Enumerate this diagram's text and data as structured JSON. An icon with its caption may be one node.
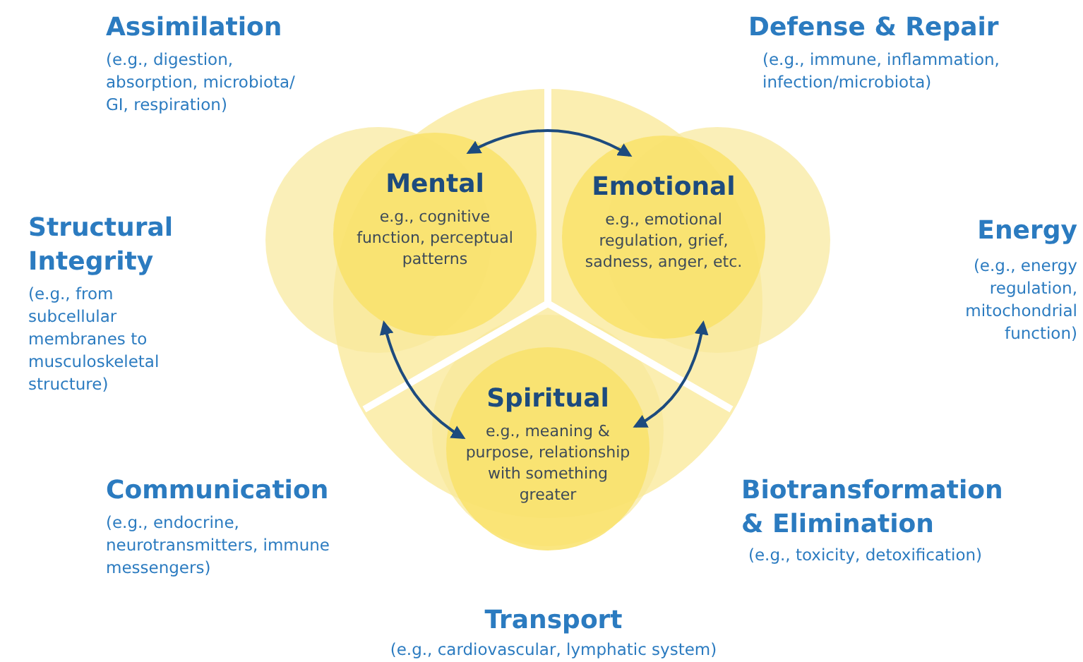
{
  "diagram": {
    "nodes": [
      {
        "text": [
          "Mental",
          "e.g., cognitive function, perceptual patterns"
        ]
      },
      {
        "text": [
          "Emotional",
          "e.g., emotional regulation, grief, sadness, anger, etc."
        ]
      },
      {
        "text": [
          "Spiritual",
          "e.g., meaning & purpose, relationship with something greater"
        ]
      }
    ],
    "edges": [
      {
        "from": 0,
        "to": 1,
        "arrow": "both"
      },
      {
        "from": 0,
        "to": 2,
        "arrow": "both"
      },
      {
        "from": 1,
        "to": 2,
        "arrow": "both"
      }
    ],
    "labels": [
      "Assimilation",
      "(e.g., digestion, absorption, microbiota/ GI, respiration)",
      "Defense & Repair",
      "(e.g., immune, inflammation, infection/microbiota)",
      "Structural Integrity",
      "(e.g., from subcellular membranes to musculoskeletal structure)",
      "Energy",
      "(e.g., energy regulation, mitochondrial function)",
      "Communication",
      "(e.g., endocrine, neurotransmitters, immune messengers)",
      "Biotransformation & Elimination",
      "(e.g., toxicity, detoxification)",
      "Transport",
      "(e.g., cardiovascular, lymphatic system)"
    ]
  }
}
